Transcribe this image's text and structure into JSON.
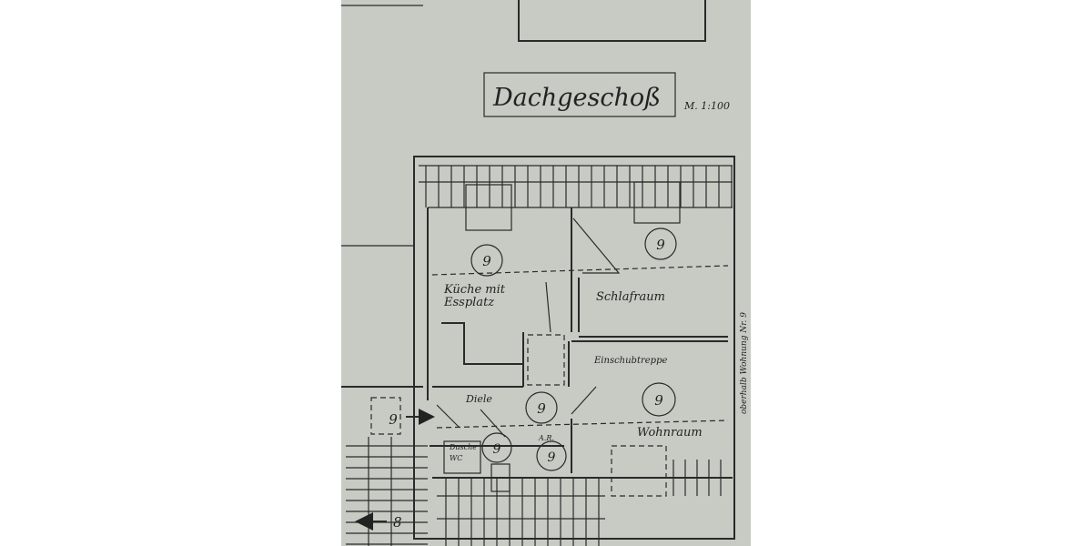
{
  "drawing": {
    "title": "Dachgeschoß",
    "scale": "M. 1:100",
    "side_note": "oberhalb Wohnung Nr. 9",
    "rooms": {
      "kitchen": "Küche mit",
      "kitchen2": "Essplatz",
      "bedroom": "Schlafraum",
      "stair": "Einschubtreppe",
      "hall": "Diele",
      "living": "Wohnraum",
      "bath": "Dusche",
      "bath2": "WC",
      "storage": "A.R."
    },
    "unit_markers": [
      "9",
      "9",
      "9",
      "9",
      "9",
      "9",
      "9"
    ],
    "neighbor_unit": "8"
  },
  "colors": {
    "paper": "#c8cac4",
    "ink": "#2a2a2a"
  }
}
